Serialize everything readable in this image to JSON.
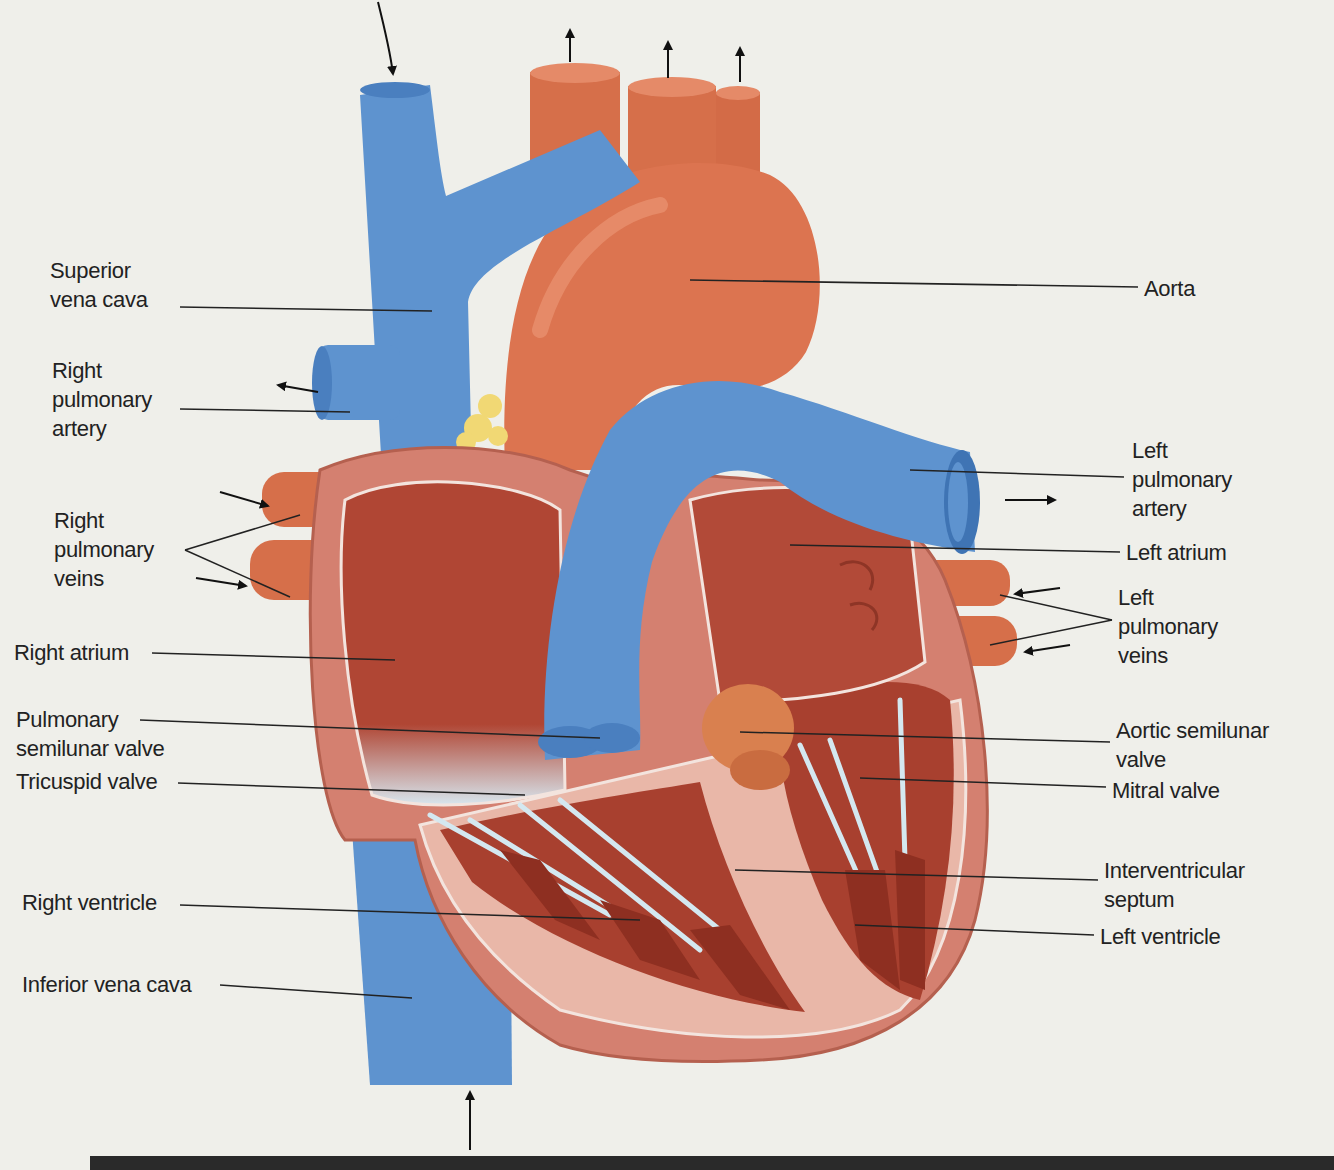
{
  "diagram": {
    "labels": [
      "Superior vena cava",
      "Right pulmonary artery",
      "Right pulmonary veins",
      "Right atrium",
      "Pulmonary semilunar valve",
      "Tricuspid valve",
      "Right ventricle",
      "Inferior vena cava",
      "Aorta",
      "Left pulmonary artery",
      "Left atrium",
      "Left pulmonary veins",
      "Aortic semilunar valve",
      "Mitral valve",
      "Interventricular septum",
      "Left ventricle"
    ]
  }
}
